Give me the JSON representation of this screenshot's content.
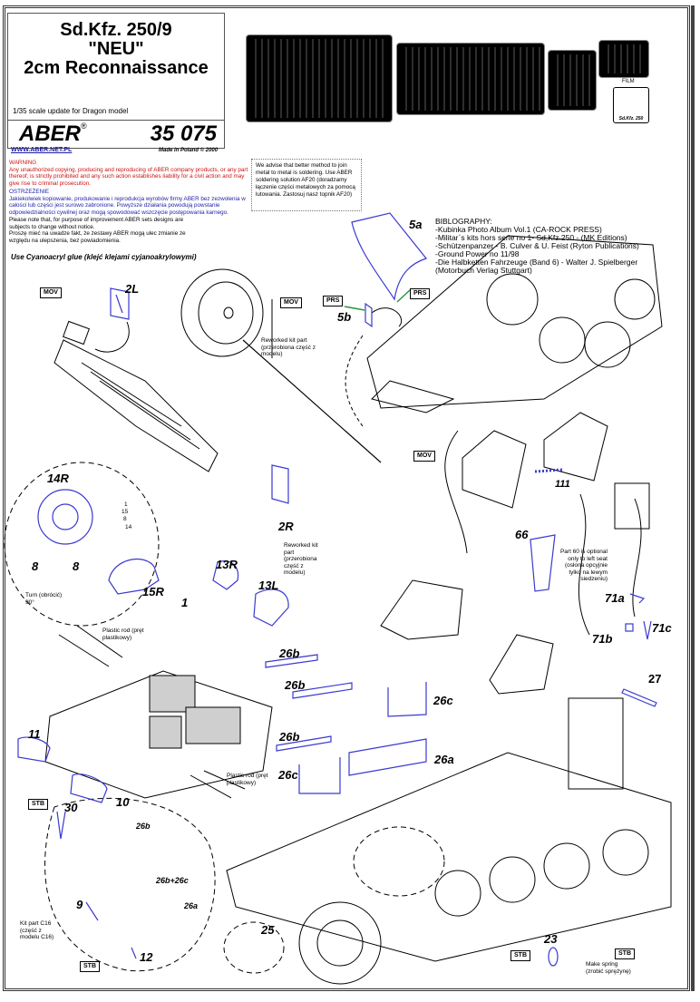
{
  "header": {
    "title_line1": "Sd.Kfz. 250/9",
    "title_line2": "\"NEU\"",
    "title_line3": "2cm Reconnaissance",
    "scale_note": "1/35 scale update for Dragon model",
    "brand": "ABER",
    "registered": "®",
    "product_code": "35 075",
    "website": "WWW.ABER.NET.PL",
    "made_in": "Made in Poland © 2000"
  },
  "warning": {
    "en_title": "WARNING",
    "en_text": "Any unauthorized copying, producing and reproducing of ABER company products, or any part thereof, is strictly prohibited and any such action establishes liability for a civil action and may give rise to criminal prosecution.",
    "pl_title": "OSTRZEŻENIE",
    "pl_text": "Jakiekolwiek kopiowanie, produkowanie i reprodukcja wyrobów firmy ABER bez zezwolenia w całości lub części jest surowo zabronione. Powyższe działania powodują powstanie odpowiedzialności cywilnej oraz mogą spowodować wszczęcie postępowania karnego.",
    "change_en": "Please note that, for purpose of improvement ABER sets designs are subjects to change without notice.",
    "change_pl": "Proszę mieć na uwadze fakt, że zestawy ABER mogą ulec zmianie ze względu na ulepszenia, bez powiadomienia.",
    "glue": "Use Cyanoacryl glue  (klejć klejami cyjanoakrylowymi)"
  },
  "advice": {
    "text_en": "We advise that better method to join metal to metal is soldering. Use ABER soldering solution AF20",
    "text_pl": "(doradzamy łączenie części metalowych za pomocą lutowania. Zastosuj nasz topnik AF20)"
  },
  "bibliography": {
    "title": "BIBLOGRAPHY:",
    "items": [
      "-Kubinka Photo Album Vol.1 (CA-ROCK PRESS)",
      "-Militar`s kits hors serie no 1- Sd,Kfz.250 - (MK Editions)",
      "-Schützenpanzer - B. Culver & U. Feist (Ryton Publications)",
      "-Ground Power no 11/98",
      "-Die Halbketten Fahrzeuge (Band 6) - Walter J. Spielberger",
      " (Motorbuch Verlag Stuttgart)"
    ]
  },
  "frets": {
    "film_label": "FILM",
    "small_plate_label": "Sd.Kfz. 250"
  },
  "tags": {
    "mov": "MOV",
    "prs": "PRS",
    "stb": "STB"
  },
  "part_labels": {
    "p2L": "2L",
    "p2R": "2R",
    "p5a": "5a",
    "p5b": "5b",
    "p14R": "14R",
    "p8a": "8",
    "p8b": "8",
    "p15R": "15R",
    "p1": "1",
    "p13R": "13R",
    "p13L": "13L",
    "p11": "11",
    "p10": "10",
    "p30": "30",
    "p26b_1": "26b",
    "p26b_2": "26b",
    "p26b_3": "26b",
    "p26b_4": "26b",
    "p26c_1": "26c",
    "p26c_2": "26c",
    "p26a_1": "26a",
    "p26a_2": "26a",
    "p26bc": "26b+26c",
    "p9": "9",
    "p12": "12",
    "p25": "25",
    "p23": "23",
    "p27": "27",
    "p66": "66",
    "p111": "111",
    "p71a": "71a",
    "p71b": "71b",
    "p71c": "71c"
  },
  "stack_labels": [
    "1",
    "15",
    "8",
    "14"
  ],
  "notes": {
    "reworked_1": "Reworked kit part (przerobiona część z modelu)",
    "reworked_2": "Reworked kit part (przerobiona część z modelu)",
    "plastic_rod_1": "Plastic rod (pręt plastikowy)",
    "plastic_rod_2": "Plastic rod (pręt plastikowy)",
    "turn": "Turn (obrócić) 90°",
    "part66": "Part 60 is optional only to left seat (osłona opcyjnie tylko na lewym siedzeniu)",
    "kit_c16": "Kit part C16 (część z modelu C16)",
    "spring": "Make spring (zrobić sprężynę)"
  },
  "colors": {
    "part_blue": "#3a3ad0",
    "warning_red": "#cc1111",
    "polish_blue": "#2222aa",
    "arrow_green": "#2a9a3a"
  }
}
